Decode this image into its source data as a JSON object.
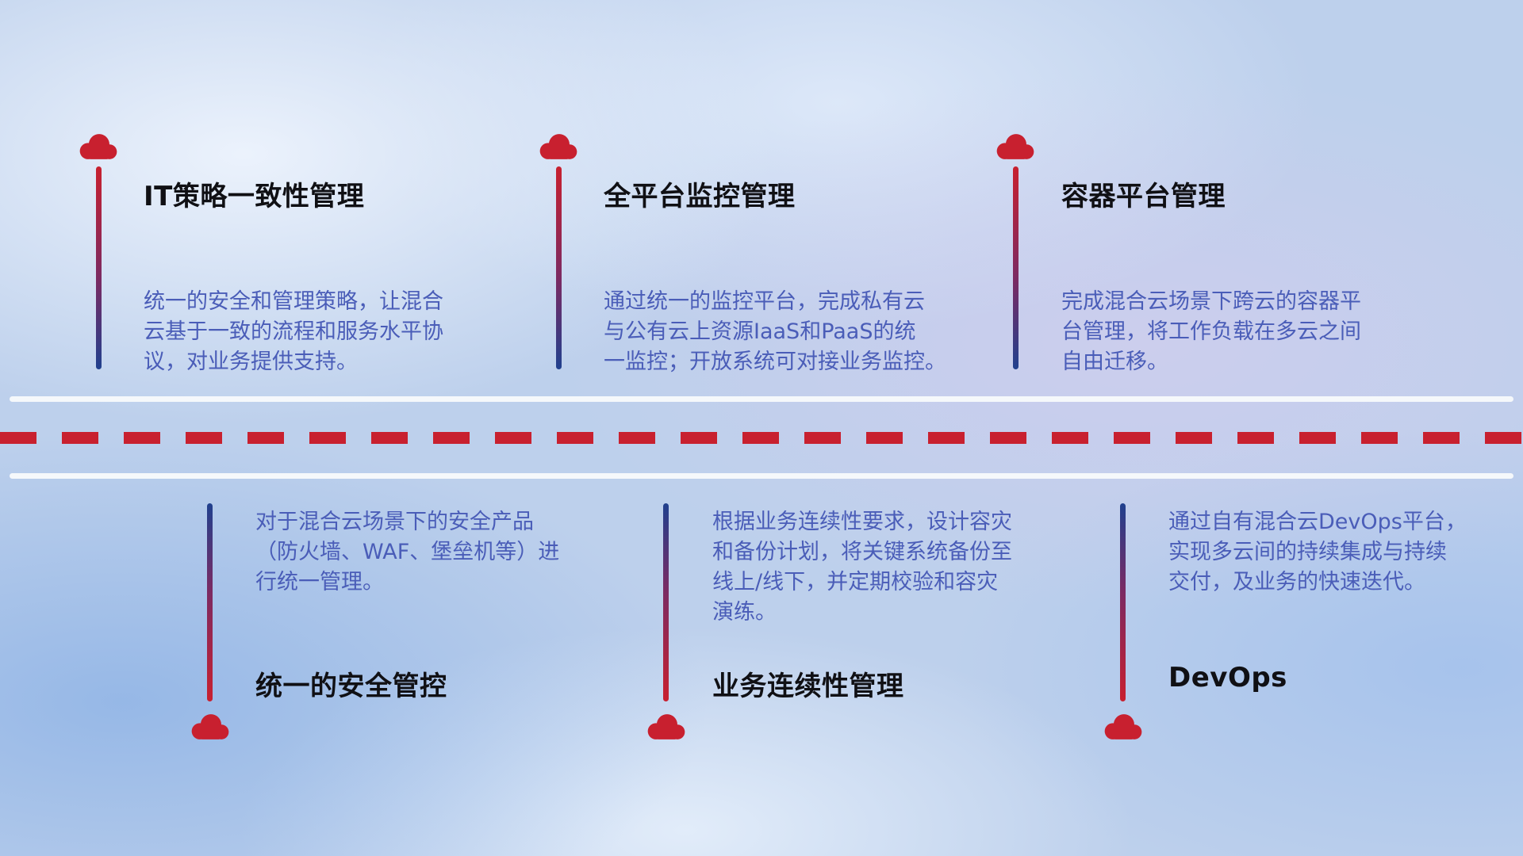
{
  "diagram": {
    "top_items": [
      {
        "title": "IT策略一致性管理",
        "description": "统一的安全和管理策略，让混合\n云基于一致的流程和服务水平协\n议，对业务提供支持。"
      },
      {
        "title": "全平台监控管理",
        "description": "通过统一的监控平台，完成私有云\n与公有云上资源IaaS和PaaS的统\n一监控；开放系统可对接业务监控。"
      },
      {
        "title": "容器平台管理",
        "description": "完成混合云场景下跨云的容器平\n台管理，将工作负载在多云之间\n自由迁移。"
      }
    ],
    "bottom_items": [
      {
        "title": "统一的安全管控",
        "description": "对于混合云场景下的安全产品\n（防火墙、WAF、堡垒机等）进\n行统一管理。"
      },
      {
        "title": "业务连续性管理",
        "description": "根据业务连续性要求，设计容灾\n和备份计划，将关键系统备份至\n线上/线下，并定期校验和容灾\n演练。"
      },
      {
        "title": "DevOps",
        "description": "通过自有混合云DevOps平台，\n实现多云间的持续集成与持续\n交付，及业务的快速迭代。"
      }
    ],
    "colors": {
      "accent_red": "#c8202f",
      "connector_blue": "#20408e",
      "description_text": "#4a5db8",
      "title_text": "#101014",
      "axis_white": "#f8fafc",
      "background_blue": "#bdd0ec"
    }
  }
}
